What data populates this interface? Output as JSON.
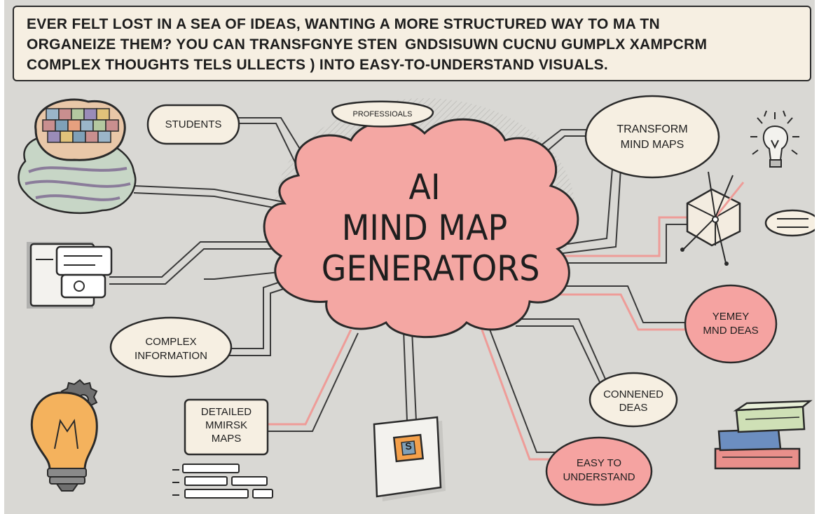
{
  "banner": {
    "line1": "EVER FELT LOST IN A SEA OF IDEAS, WANTING A MORE STRUCTURED WAY TO MA TN",
    "line2": "ORGANEIZE THEM? YOU CAN TRANSFGNYE STEN  GNDSISUWN CUCNU GUMPLX XAMPCRM",
    "line3": "COMPLEX THOUGHTS TELS ULLECTS ) INTO EASY-TO-UNDERSTAND VISUALS."
  },
  "center": {
    "line1": "AI",
    "line2": "MIND MAP",
    "line3": "GENERATORS"
  },
  "nodes": {
    "students": "STUDENTS",
    "professionals": "PROFESSIOALS",
    "transform_l1": "TRANSFORM",
    "transform_l2": "MIND MAPS",
    "complex_l1": "COMPLEX",
    "complex_l2": "INFORMATION",
    "detailed_l1": "DETAILED",
    "detailed_l2": "MMIRSK",
    "detailed_l3": "MAPS",
    "yemey_l1": "YEMEY",
    "yemey_l2": "MND DEAS",
    "connened_l1": "CONNENED",
    "connened_l2": "DEAS",
    "easy_l1": "EASY TO",
    "easy_l2": "UNDERSTAND",
    "tablet_glyph": "S"
  },
  "colors": {
    "background": "#d9d8d4",
    "center_cloud": "#f4a7a3",
    "cream_node": "#f6efe2",
    "pink_node": "#f5a3a1",
    "outline": "#2a2a2a",
    "pink_line": "#ee9c98",
    "bulb": "#f4b25d"
  },
  "icons": [
    "brain-icon",
    "chat-window-icon",
    "lightbulb-gear-icon",
    "list-form-icon",
    "tablet-icon",
    "cube-icon",
    "idea-bulb-icon",
    "books-icon"
  ]
}
